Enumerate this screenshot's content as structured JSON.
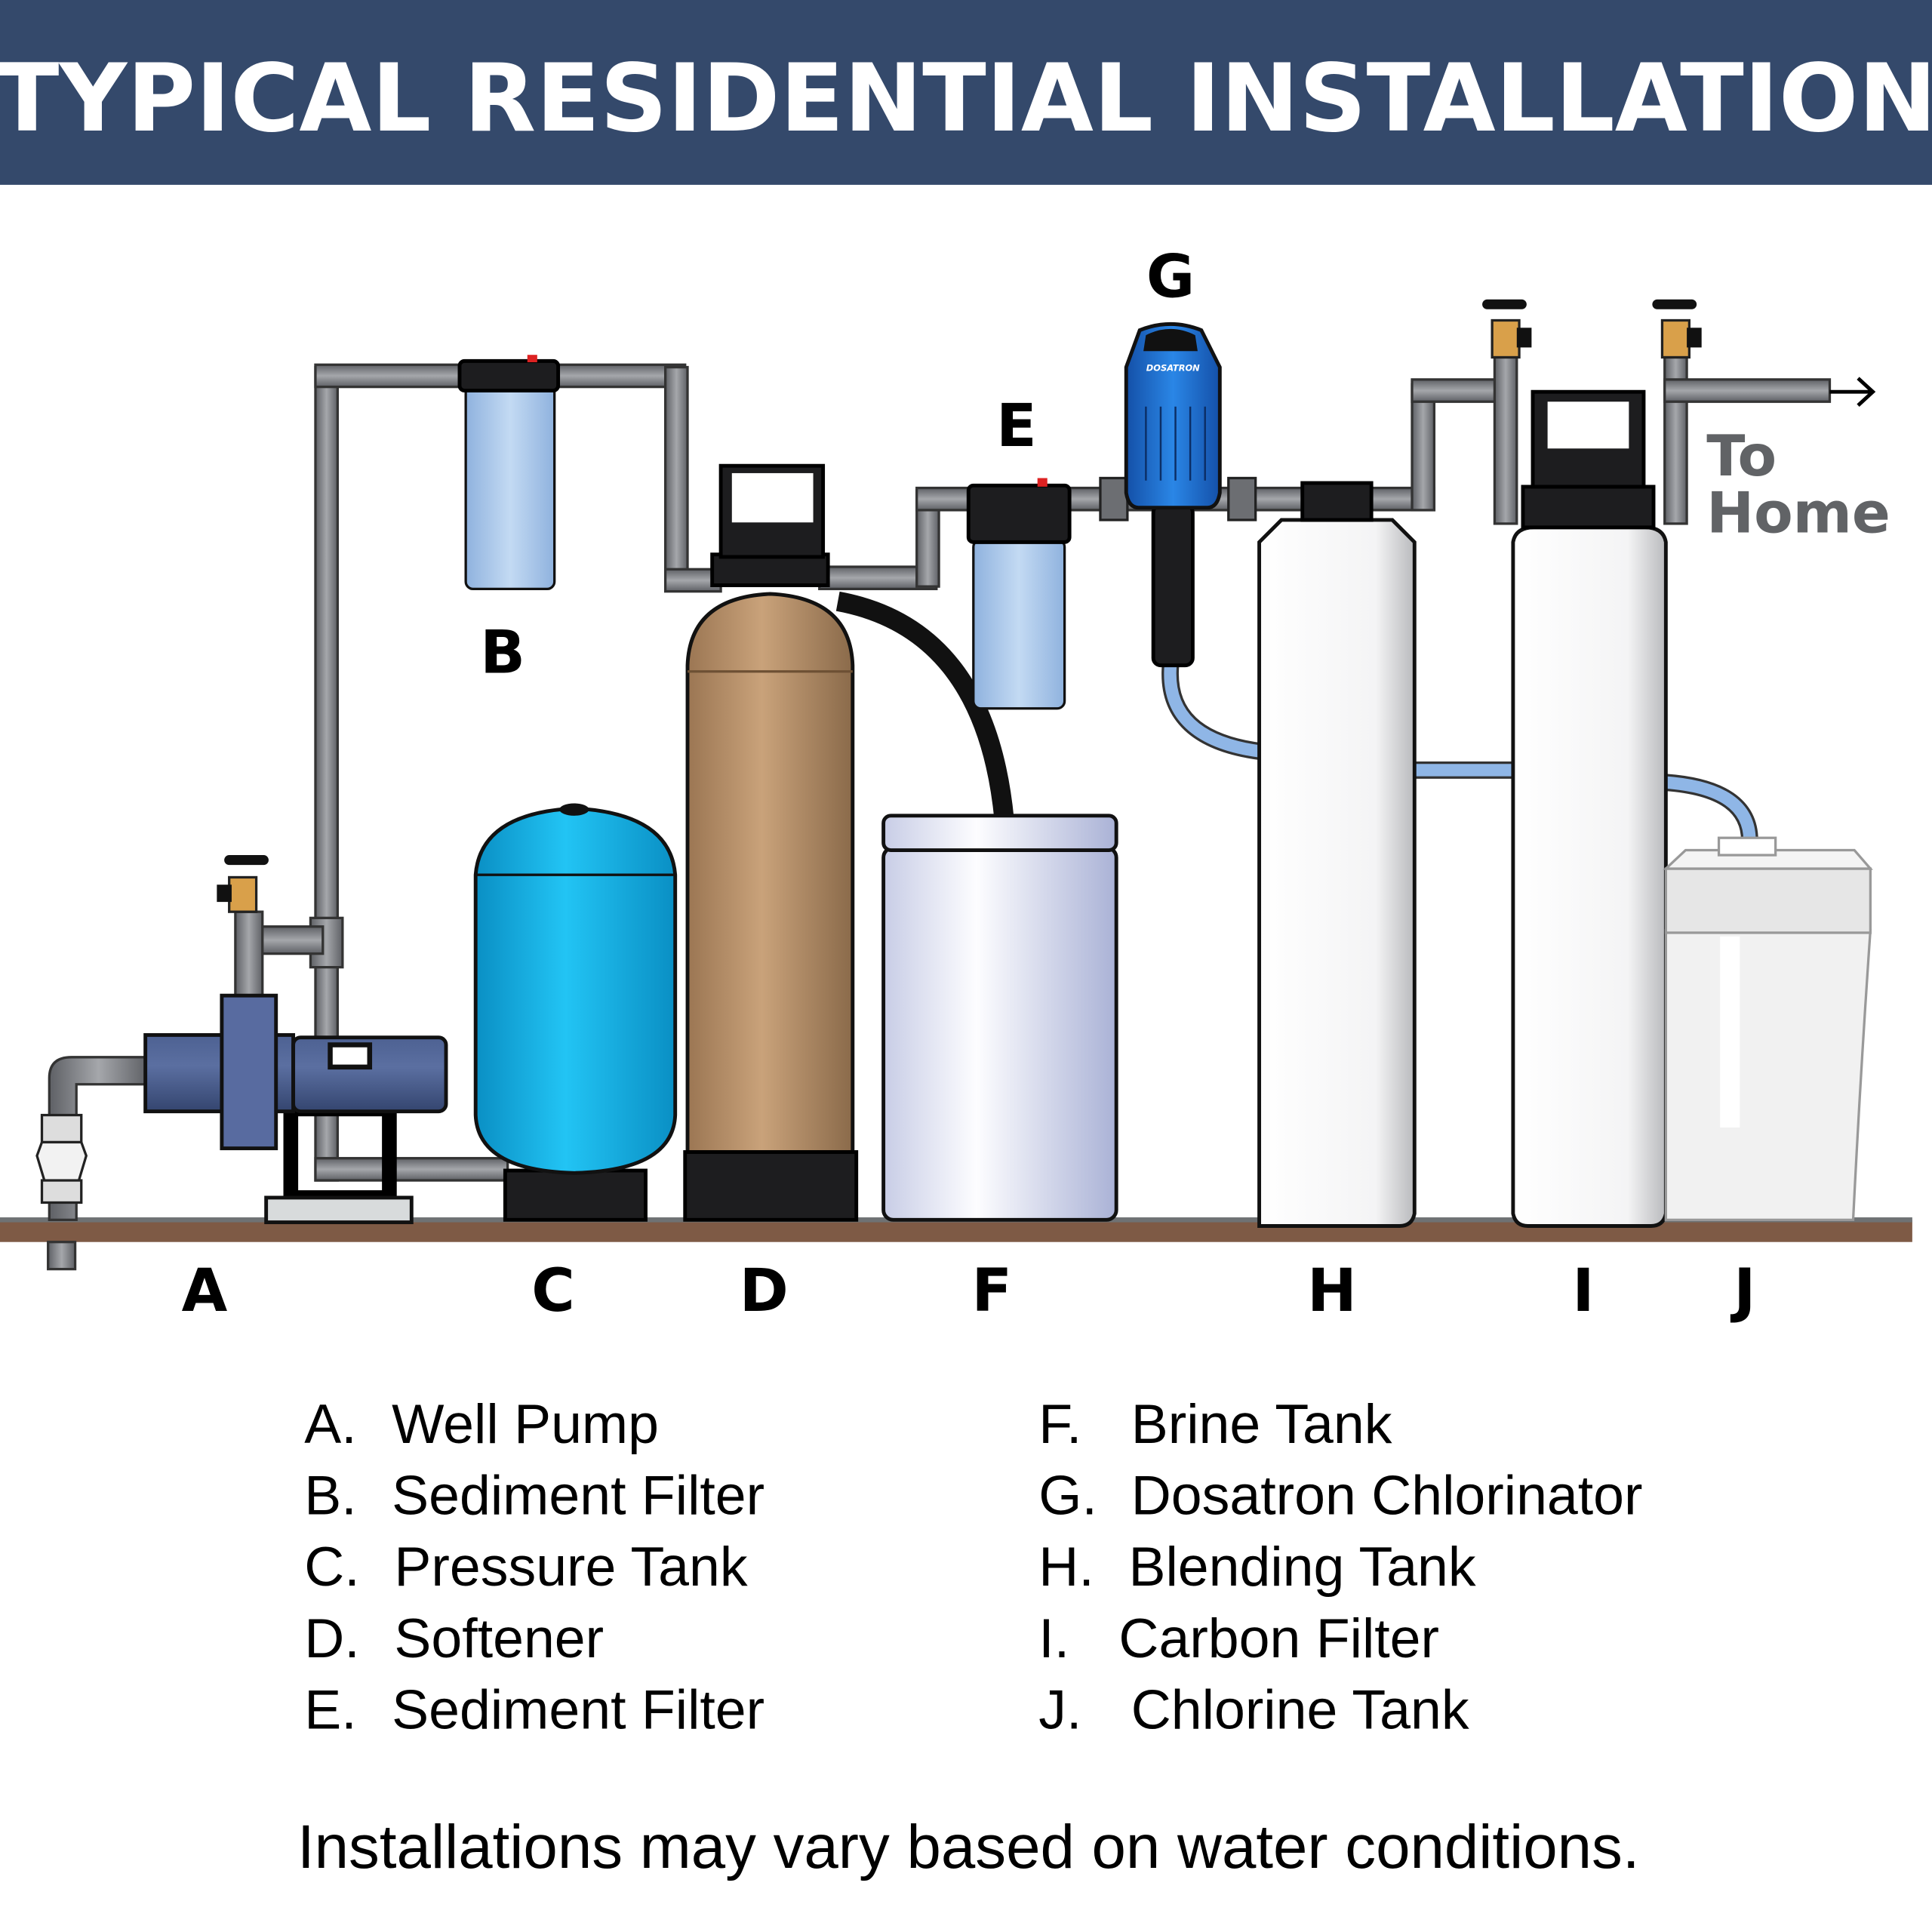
{
  "title": "TYPICAL RESIDENTIAL INSTALLATION",
  "colors": {
    "header": "#34496b",
    "floor": "#7e5a45",
    "pump": "#56699a",
    "pressure_tank": "#16b6ea",
    "softener": "#b58e66",
    "dosatron": "#1f6fd8",
    "tubing": "#8fb6e6"
  },
  "diagram_labels": {
    "A": "A",
    "B": "B",
    "C": "C",
    "D": "D",
    "E": "E",
    "F": "F",
    "G": "G",
    "H": "H",
    "I": "I",
    "J": "J"
  },
  "dosatron_brand": "DOSATRON",
  "to_home": {
    "line1": "To",
    "line2": "Home"
  },
  "legend_left": [
    {
      "letter": "A.",
      "name": "Well Pump"
    },
    {
      "letter": "B.",
      "name": "Sediment Filter"
    },
    {
      "letter": "C.",
      "name": "Pressure Tank"
    },
    {
      "letter": "D.",
      "name": "Softener"
    },
    {
      "letter": "E.",
      "name": "Sediment Filter"
    }
  ],
  "legend_right": [
    {
      "letter": "F.",
      "name": "Brine Tank"
    },
    {
      "letter": "G.",
      "name": "Dosatron Chlorinator"
    },
    {
      "letter": "H.",
      "name": "Blending Tank"
    },
    {
      "letter": "I.",
      "name": "Carbon Filter"
    },
    {
      "letter": "J.",
      "name": "Chlorine Tank"
    }
  ],
  "footer": "Installations may vary based on water conditions."
}
